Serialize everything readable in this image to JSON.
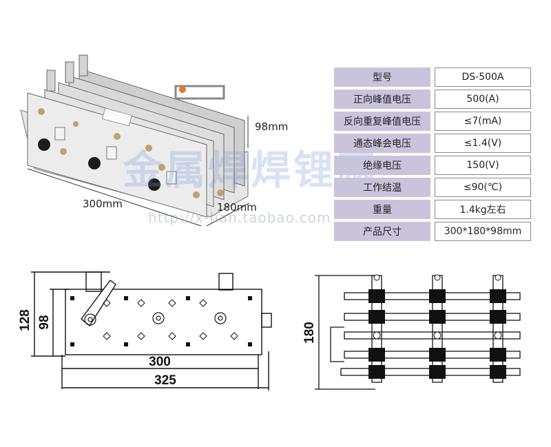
{
  "photo": {
    "dimension_labels": {
      "height": "98mm",
      "length": "300mm",
      "depth": "180mm"
    }
  },
  "watermark": {
    "text": "金属焊焊锂网",
    "url": "http://x-han.taobao.com"
  },
  "specs": [
    {
      "key": "型号",
      "value": "DS-500A"
    },
    {
      "key": "正向峰值电压",
      "value": "500(A)"
    },
    {
      "key": "反向重复峰值电压",
      "value": "≤7(mA)"
    },
    {
      "key": "通态峰会电压",
      "value": "≤1.4(V)"
    },
    {
      "key": "绝缘电压",
      "value": "150(V)"
    },
    {
      "key": "工作结温",
      "value": "≤90(℃)"
    },
    {
      "key": "重量",
      "value": "1.4kg左右"
    },
    {
      "key": "产品尺寸",
      "value": "300*180*98mm"
    }
  ],
  "front_drawing": {
    "dim_128": "128",
    "dim_98": "98",
    "dim_300": "300",
    "dim_325": "325"
  },
  "side_drawing": {
    "dim_180": "180"
  }
}
